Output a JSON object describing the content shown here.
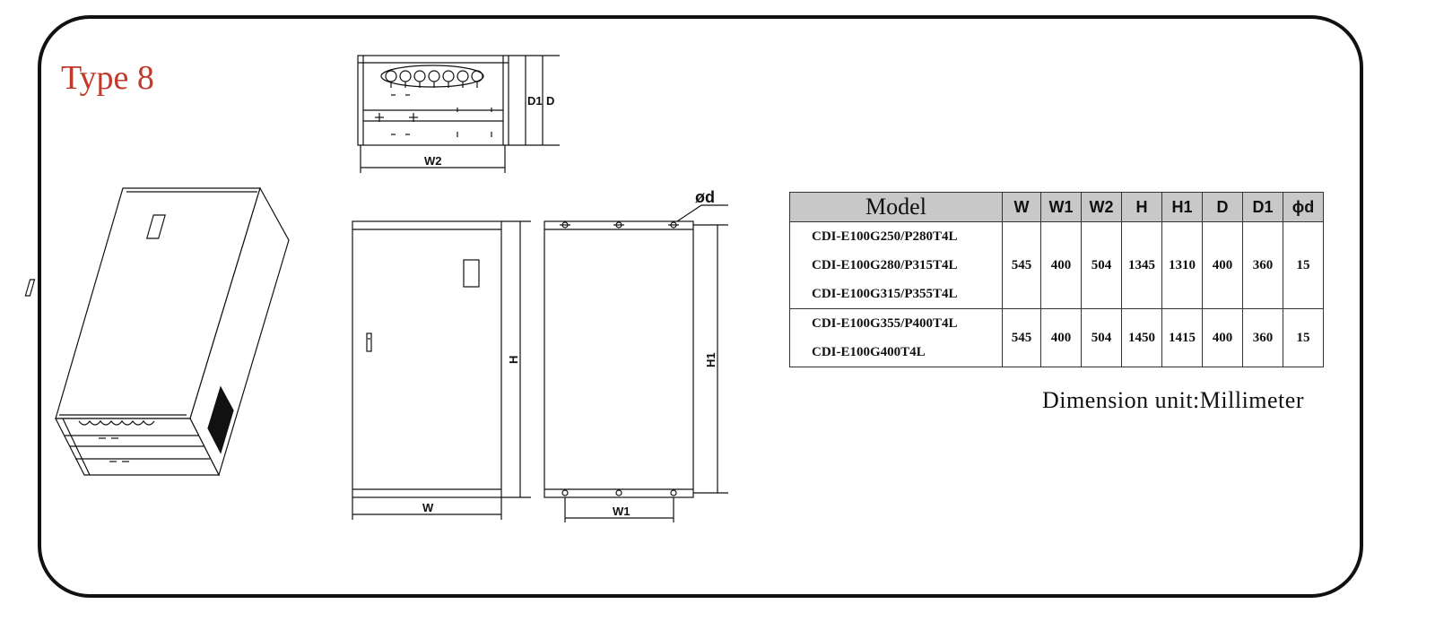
{
  "title": "Type 8",
  "dimension_labels": {
    "w2": "W2",
    "d1": "D1",
    "d": "D",
    "phi_d": "ød",
    "h": "H",
    "h1": "H1",
    "w": "W",
    "w1": "W1"
  },
  "table": {
    "headers": [
      "Model",
      "W",
      "W1",
      "W2",
      "H",
      "H1",
      "D",
      "D1",
      "ϕd"
    ],
    "groups": [
      {
        "models": [
          "CDI-E100G250/P280T4L",
          "CDI-E100G280/P315T4L",
          "CDI-E100G315/P355T4L"
        ],
        "values": [
          "545",
          "400",
          "504",
          "1345",
          "1310",
          "400",
          "360",
          "15"
        ]
      },
      {
        "models": [
          "CDI-E100G355/P400T4L",
          "CDI-E100G400T4L"
        ],
        "values": [
          "545",
          "400",
          "504",
          "1450",
          "1415",
          "400",
          "360",
          "15"
        ]
      }
    ]
  },
  "unit_note": "Dimension unit:Millimeter",
  "colors": {
    "title": "#c0392b",
    "header_bg": "#c8c8c8",
    "line": "#111111"
  }
}
